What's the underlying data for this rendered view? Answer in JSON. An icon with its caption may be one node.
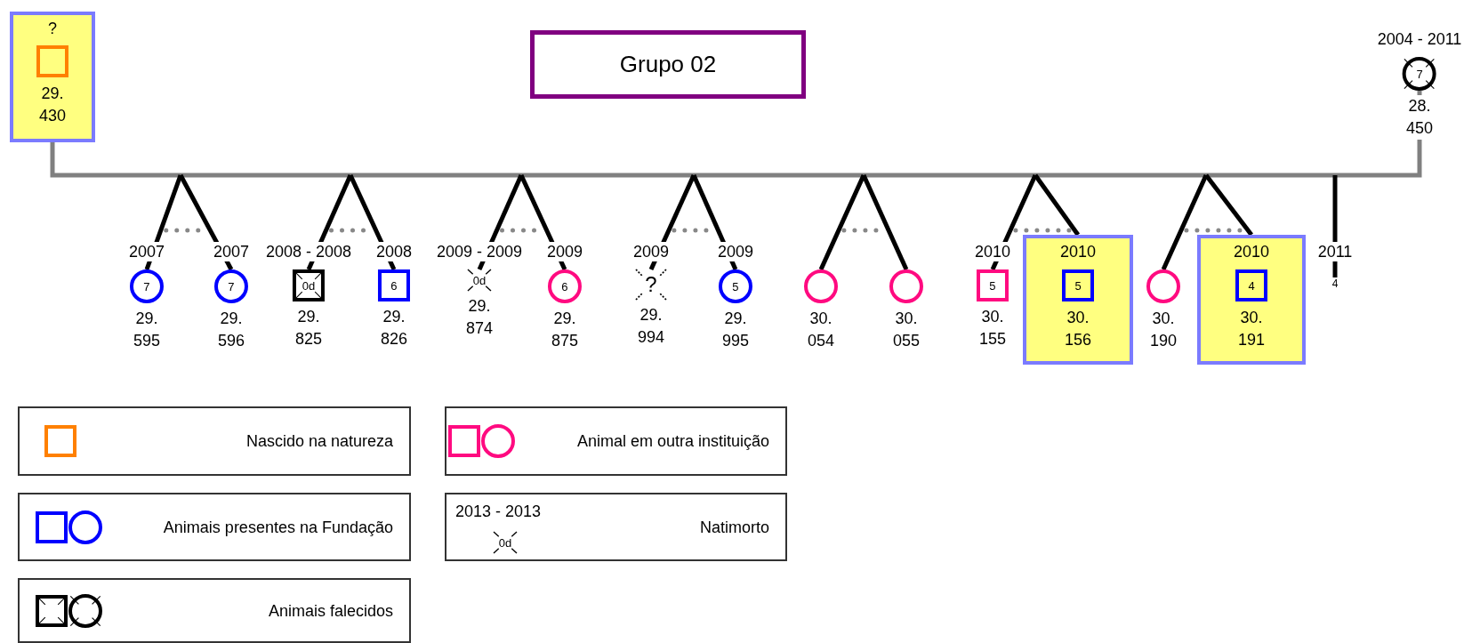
{
  "diagram": {
    "nodes": [
      {
        "text": [
          "?",
          "29. 430"
        ]
      },
      {
        "text": [],
        "shape": "box",
        "in": 0
      },
      {
        "text": [
          "Grupo 02"
        ]
      },
      {
        "text": [
          "7"
        ],
        "beside": [
          "2004 - 2011",
          "28. 450"
        ]
      },
      {
        "text": [
          "7"
        ],
        "beside": [
          "2007",
          "29. 595"
        ]
      },
      {
        "text": [
          "7"
        ],
        "beside": [
          "2007",
          "29. 596"
        ]
      },
      {
        "text": [
          "0d"
        ],
        "beside": [
          "2008 - 2008",
          "29. 825"
        ]
      },
      {
        "text": [
          "6"
        ],
        "beside": [
          "2008",
          "29. 826"
        ]
      },
      {
        "text": [
          "0d"
        ],
        "beside": [
          "2009 - 2009",
          "29. 874"
        ]
      },
      {
        "text": [
          "6"
        ],
        "beside": [
          "2009",
          "29. 875"
        ]
      },
      {
        "text": [
          "?"
        ],
        "beside": [
          "2009",
          "29. 994"
        ]
      },
      {
        "text": [
          "5"
        ],
        "beside": [
          "2009",
          "29. 995"
        ]
      },
      {
        "text": [],
        "shape": "circle",
        "beside": [
          "30. 054"
        ]
      },
      {
        "text": [],
        "shape": "circle",
        "beside": [
          "30. 055"
        ]
      },
      {
        "text": [
          "5"
        ],
        "beside": [
          "2010",
          "30. 155"
        ]
      },
      {
        "text": [
          "2010",
          "30. 156"
        ]
      },
      {
        "text": [
          "5"
        ],
        "in": 15
      },
      {
        "text": [],
        "shape": "circle",
        "beside": [
          "30. 190"
        ]
      },
      {
        "text": [
          "2010",
          "30. 191"
        ]
      },
      {
        "text": [
          "4"
        ],
        "in": 18
      },
      {
        "text": [
          "4"
        ],
        "beside": [
          "2011"
        ]
      }
    ],
    "edges": [
      {
        "from": 0,
        "to": 3,
        "arrow": "none",
        "color": "#808080"
      },
      {
        "from": null,
        "to": 4,
        "arrow": "none"
      },
      {
        "from": null,
        "to": 5,
        "arrow": "none"
      },
      {
        "from": null,
        "to": 6,
        "arrow": "none"
      },
      {
        "from": null,
        "to": 7,
        "arrow": "none"
      },
      {
        "from": null,
        "to": 8,
        "arrow": "none"
      },
      {
        "from": null,
        "to": 9,
        "arrow": "none"
      },
      {
        "from": null,
        "to": 10,
        "arrow": "none"
      },
      {
        "from": null,
        "to": 11,
        "arrow": "none"
      },
      {
        "from": null,
        "to": 12,
        "arrow": "none"
      },
      {
        "from": null,
        "to": 13,
        "arrow": "none"
      },
      {
        "from": null,
        "to": 14,
        "arrow": "none"
      },
      {
        "from": null,
        "to": 15,
        "arrow": "none"
      },
      {
        "from": null,
        "to": 17,
        "arrow": "none"
      },
      {
        "from": null,
        "to": 18,
        "arrow": "none"
      },
      {
        "from": null,
        "to": 20,
        "arrow": "none"
      }
    ],
    "labels": [
      "2013 - 2013",
      "0d"
    ],
    "legend": [
      {
        "text": "Nascido na natureza"
      },
      {
        "text": "Animal em outra instituição"
      },
      {
        "text": "Animais presentes na Fundação"
      },
      {
        "text": "Natimorto"
      },
      {
        "text": "Animais falecidos"
      }
    ]
  }
}
